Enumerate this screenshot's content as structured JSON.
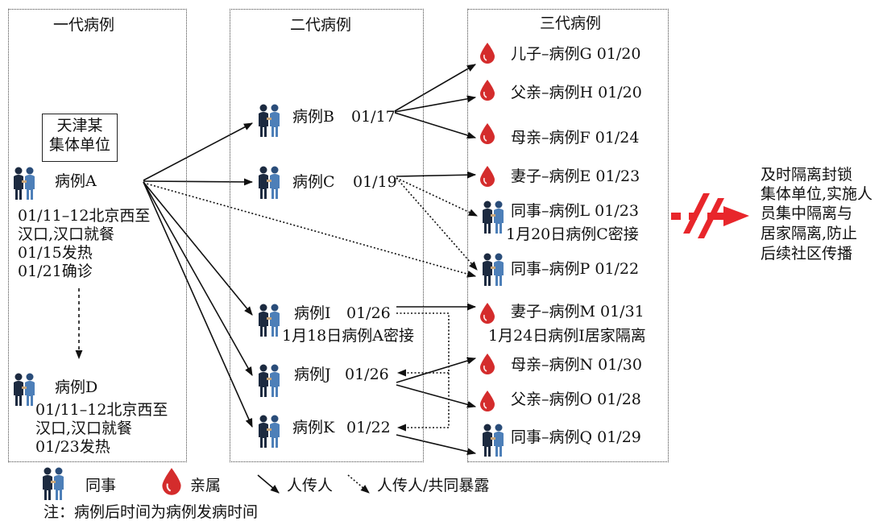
{
  "headers": {
    "gen1": "一代病例",
    "gen2": "二代病例",
    "gen3": "三代病例"
  },
  "unit": {
    "line1": "天津某",
    "line2": "集体单位"
  },
  "caseA": {
    "label": "病例A",
    "d1": "01/11–12北京西至",
    "d2": "汉口,汉口就餐",
    "d3": "01/15发热",
    "d4": "01/21确诊"
  },
  "caseD": {
    "label": "病例D",
    "d1": "01/11–12北京西至",
    "d2": "汉口,汉口就餐",
    "d3": "01/23发热"
  },
  "gen2": [
    {
      "label": "病例B",
      "date": "01/17"
    },
    {
      "label": "病例C",
      "date": "01/19"
    },
    {
      "label": "病例I",
      "date": "01/26",
      "note": "1月18日病例A密接"
    },
    {
      "label": "病例J",
      "date": "01/26"
    },
    {
      "label": "病例K",
      "date": "01/22"
    }
  ],
  "gen3": [
    {
      "label": "儿子–病例G 01/20",
      "type": "relative"
    },
    {
      "label": "父亲–病例H 01/20",
      "type": "relative"
    },
    {
      "label": "母亲–病例F 01/24",
      "type": "relative"
    },
    {
      "label": "妻子–病例E 01/23",
      "type": "relative"
    },
    {
      "label": "同事–病例L 01/23",
      "type": "colleague",
      "note": "1月20日病例C密接"
    },
    {
      "label": "同事–病例P 01/22",
      "type": "colleague"
    },
    {
      "label": "妻子–病例M 01/31",
      "type": "relative",
      "note": "1月24日病例I居家隔离"
    },
    {
      "label": "母亲–病例N 01/30",
      "type": "relative"
    },
    {
      "label": "父亲–病例O 01/28",
      "type": "relative"
    },
    {
      "label": "同事–病例Q 01/29",
      "type": "colleague"
    }
  ],
  "action": {
    "l1": "及时隔离封锁",
    "l2": "集体单位,实施人",
    "l3": "员集中隔离与",
    "l4": "居家隔离,防止",
    "l5": "后续社区传播"
  },
  "legend": {
    "colleague": "同事",
    "relative": "亲属",
    "h2h": "人传人",
    "h2h_common": "人传人/共同暴露"
  },
  "note": "注：病例后时间为病例发病时间",
  "colors": {
    "drop": "#d42c2c",
    "break": "#e8262b",
    "suit_dark": "#1c2a40",
    "suit_blue": "#4d7fb8"
  }
}
